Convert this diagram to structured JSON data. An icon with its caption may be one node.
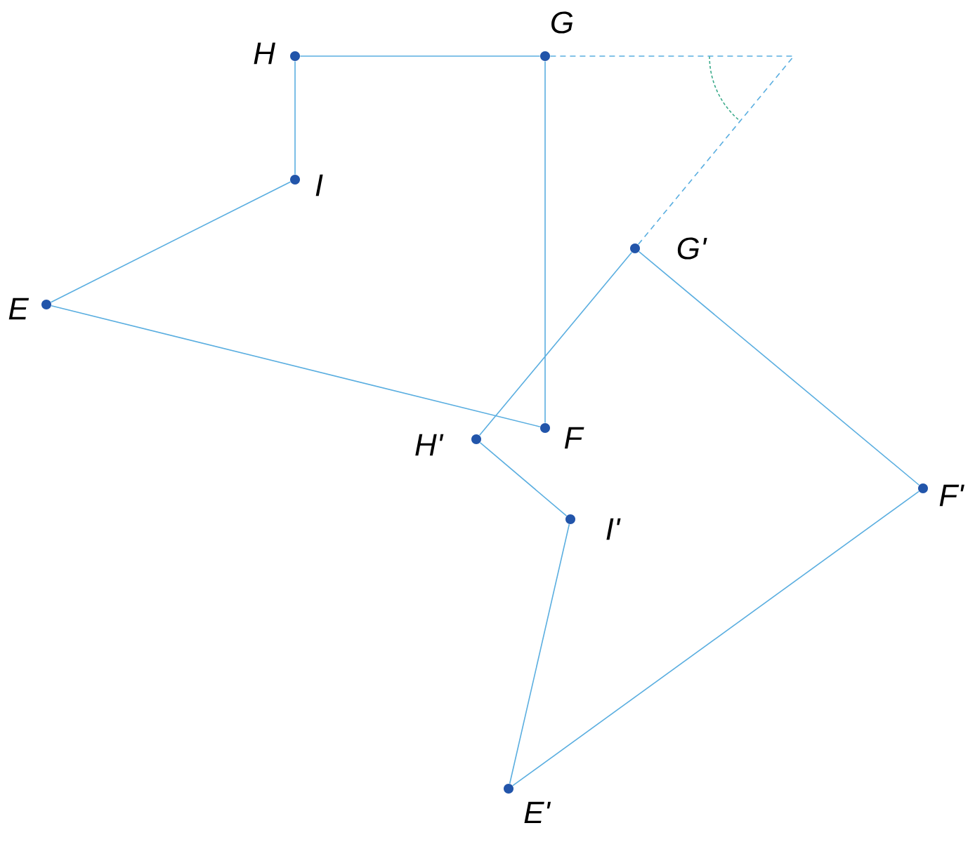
{
  "diagram": {
    "nodes": [
      {
        "text": [
          "H"
        ]
      },
      {
        "text": [
          "G"
        ]
      },
      {
        "text": [
          "I"
        ]
      },
      {
        "text": [
          "E"
        ]
      },
      {
        "text": [
          "G'"
        ]
      },
      {
        "text": [
          "H'"
        ]
      },
      {
        "text": [
          "F"
        ]
      },
      {
        "text": [
          "I'"
        ]
      },
      {
        "text": [
          "F'"
        ]
      },
      {
        "text": [
          "E'"
        ]
      }
    ],
    "edges": [
      {
        "from": 0,
        "to": 1,
        "arrow": "none"
      },
      {
        "from": 0,
        "to": 2,
        "arrow": "none"
      },
      {
        "from": 2,
        "to": 3,
        "arrow": "none"
      },
      {
        "from": 3,
        "to": 6,
        "arrow": "none"
      },
      {
        "from": 6,
        "to": 1,
        "arrow": "none"
      },
      {
        "from": 1,
        "to": null,
        "arrow": "none",
        "style": "dashed"
      },
      {
        "from": 4,
        "to": null,
        "arrow": "none",
        "style": "dashed"
      },
      {
        "from": 4,
        "to": 5,
        "arrow": "none"
      },
      {
        "from": 5,
        "to": 7,
        "arrow": "none"
      },
      {
        "from": 7,
        "to": 9,
        "arrow": "none"
      },
      {
        "from": 9,
        "to": 8,
        "arrow": "none"
      },
      {
        "from": 8,
        "to": 4,
        "arrow": "none"
      }
    ]
  }
}
